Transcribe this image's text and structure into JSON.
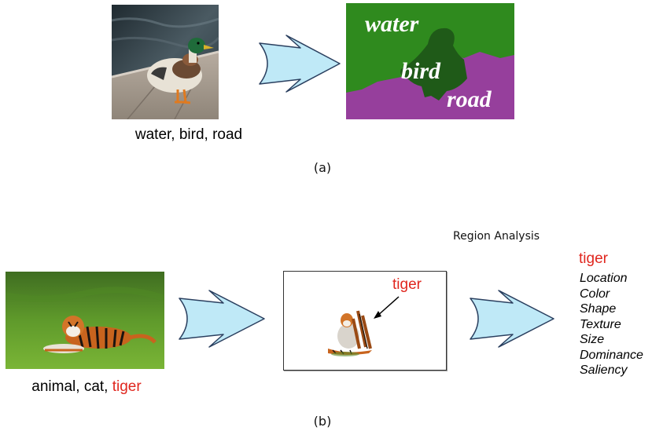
{
  "panel_a": {
    "photo_caption": "water, bird, road",
    "segment_labels": {
      "water": "water",
      "bird": "bird",
      "road": "road"
    },
    "label": "(a)"
  },
  "panel_b": {
    "photo_caption_plain": "animal, cat, ",
    "photo_caption_highlight": "tiger",
    "region_label": "tiger",
    "analysis_title": "Region Analysis",
    "result_title": "tiger",
    "attributes": [
      "Location",
      "Color",
      "Shape",
      "Texture",
      "Size",
      "Dominance",
      "Saliency"
    ],
    "label": "(b)"
  },
  "colors": {
    "arrow_fill": "#bfe9f7",
    "arrow_stroke": "#2a3f5f",
    "water_segment": "#2f8a1e",
    "road_segment": "#963f9c",
    "highlight_red": "#e0261e"
  }
}
